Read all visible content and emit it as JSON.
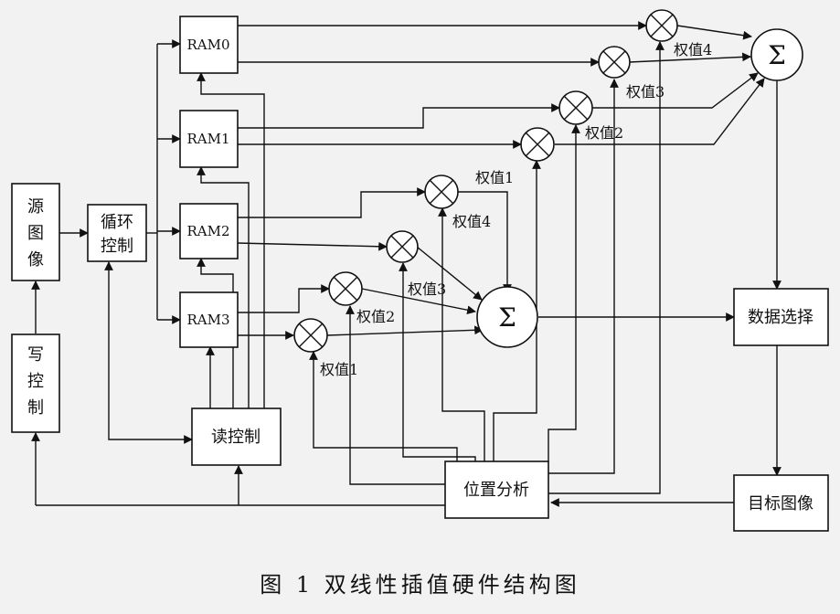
{
  "blocks": {
    "source_image": [
      "源",
      "图",
      "像"
    ],
    "write_control": [
      "写",
      "控",
      "制"
    ],
    "loop_control": [
      "循环",
      "控制"
    ],
    "ram0": "RAM0",
    "ram1": "RAM1",
    "ram2": "RAM2",
    "ram3": "RAM3",
    "read_control": "读控制",
    "position_analysis": "位置分析",
    "data_select": "数据选择",
    "target_image": "目标图像"
  },
  "symbols": {
    "sum": "Σ"
  },
  "weights": {
    "top_w4": "权值4",
    "top_w3": "权值3",
    "top_w2": "权值2",
    "top_w1": "权值1",
    "low_w4": "权值4",
    "low_w3": "权值3",
    "low_w2": "权值2",
    "low_w1": "权值1"
  },
  "caption": "图 1    双线性插值硬件结构图"
}
